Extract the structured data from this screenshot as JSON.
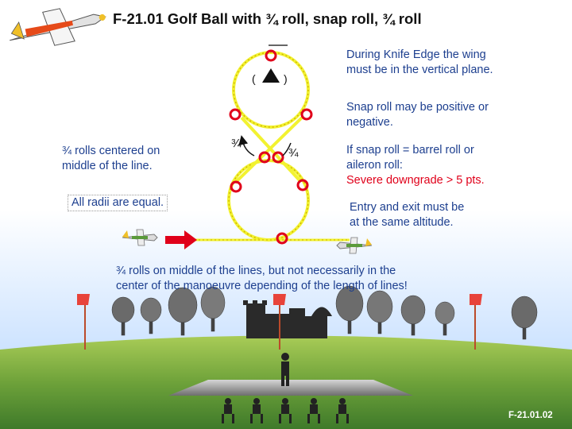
{
  "title": "F-21.01 Golf Ball with ¾ roll, snap roll, ¾ roll",
  "notes": {
    "knife_edge": [
      "During Knife Edge the wing",
      "must be in the vertical plane."
    ],
    "snap_roll": [
      "Snap roll may be positive or",
      "negative."
    ],
    "barrel_roll": [
      "If snap roll = barrel roll or",
      "aileron roll:"
    ],
    "barrel_roll_penalty": "Severe downgrade > 5 pts.",
    "entry_exit": [
      "Entry and exit must be",
      "at the same altitude."
    ],
    "centered": [
      "¾ rolls centered on",
      "middle of the line."
    ],
    "radii": "All radii are equal.",
    "bottom": [
      "¾ rolls on middle of the lines, but not necessarily in the",
      "center of the manoeuvre depending of the length of lines!"
    ]
  },
  "fractions": {
    "left": "¾",
    "right": "¾"
  },
  "slide_number": "F-21.01.02",
  "colors": {
    "text": "#1d3f8f",
    "title": "#111111",
    "warning": "#e0001a",
    "sky_top": "#ffffff",
    "sky_bottom": "#cde3ff",
    "grass_top": "#a9cc57",
    "grass_bottom": "#3f7a2a",
    "path": "#f2f230",
    "entry_arrow": "#e0001a"
  }
}
